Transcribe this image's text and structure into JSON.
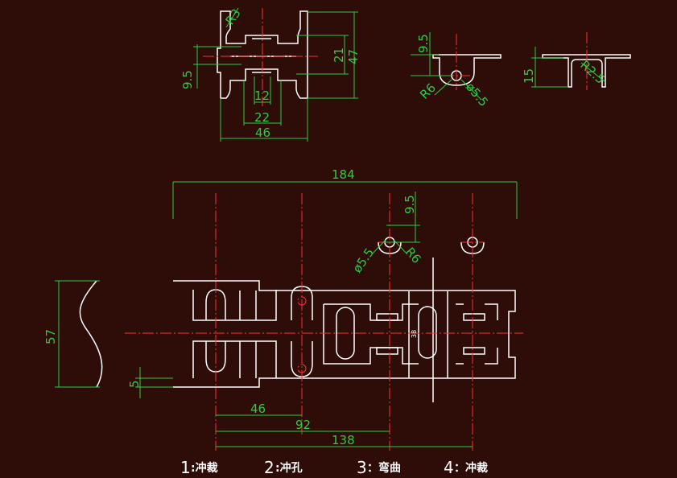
{
  "colors": {
    "background": "#2e0c08",
    "outline": "#ffffff",
    "dimension": "#2ecc40",
    "centerline": "#ff3030"
  },
  "top_view": {
    "r3": "R3",
    "d47": "47",
    "d21": "21",
    "d9_5": "9.5",
    "d12": "12",
    "d22": "22",
    "d46": "46"
  },
  "side_view_1": {
    "d9_5": "9.5",
    "r6": "R6",
    "dia5_5": "ø5.5"
  },
  "side_view_2": {
    "d15": "15",
    "r2_5": "R2.5"
  },
  "strip": {
    "d184": "184",
    "d9_5": "9.5",
    "dia5_5": "ø5.5",
    "r6": "R6",
    "d57": "57",
    "d5": "5",
    "d46": "46",
    "d92": "92",
    "d138": "138",
    "slot_note": "38"
  },
  "steps": [
    {
      "num": "1",
      "label": ":冲裁"
    },
    {
      "num": "2",
      "label": ":冲孔"
    },
    {
      "num": "3",
      "label": "：弯曲"
    },
    {
      "num": "4",
      "label": "：冲裁"
    }
  ]
}
